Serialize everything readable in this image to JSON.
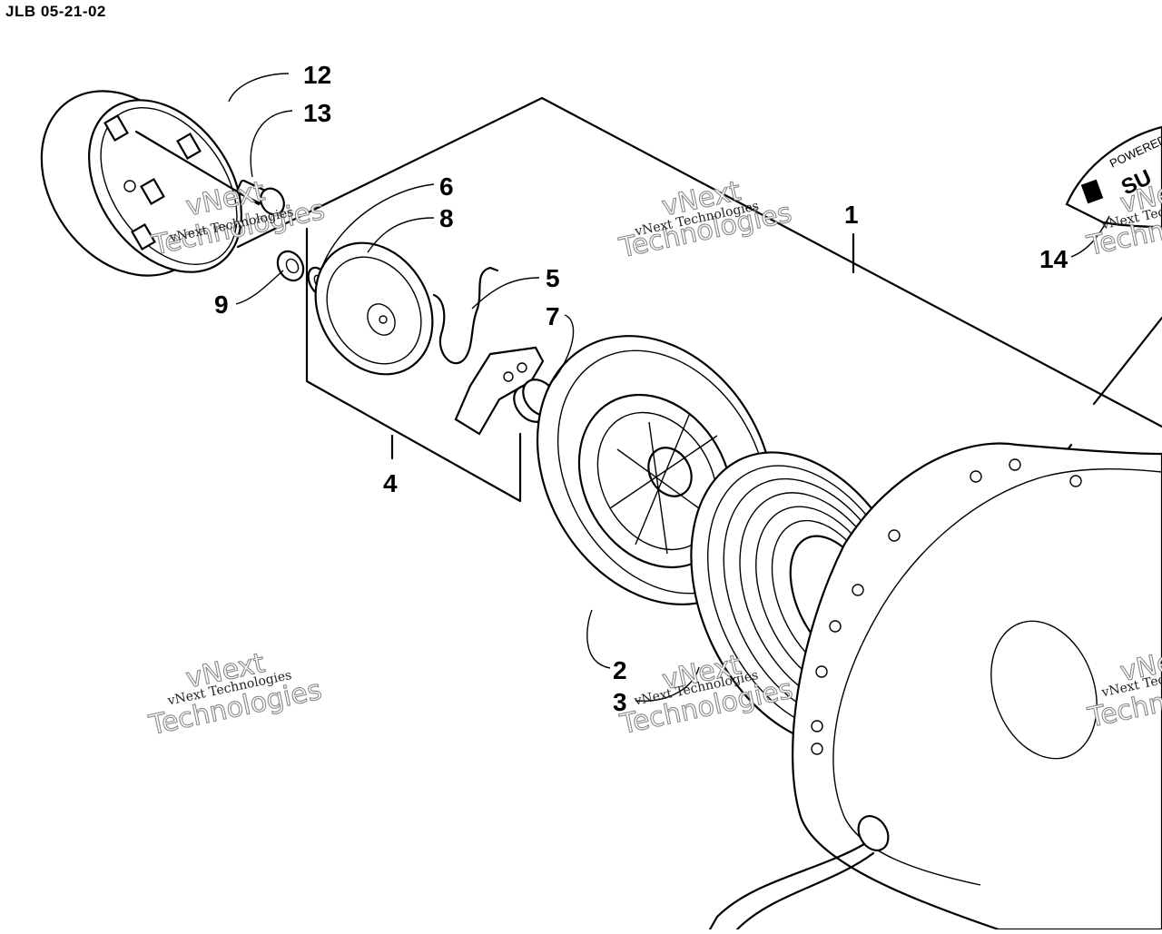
{
  "diagram_code": "JLB 05-21-02",
  "callouts": [
    {
      "id": "12",
      "text": "12"
    },
    {
      "id": "13",
      "text": "13"
    },
    {
      "id": "6",
      "text": "6"
    },
    {
      "id": "8",
      "text": "8"
    },
    {
      "id": "1",
      "text": "1"
    },
    {
      "id": "5",
      "text": "5"
    },
    {
      "id": "7",
      "text": "7"
    },
    {
      "id": "9",
      "text": "9"
    },
    {
      "id": "4",
      "text": "4"
    },
    {
      "id": "14",
      "text": "14"
    },
    {
      "id": "2",
      "text": "2"
    },
    {
      "id": "3",
      "text": "3"
    }
  ],
  "decal_text": {
    "line1": "POWERED",
    "line2": "SU"
  },
  "watermark": {
    "line1": "vNext",
    "line2": "Technologies",
    "caption": "vNext Technologies"
  }
}
